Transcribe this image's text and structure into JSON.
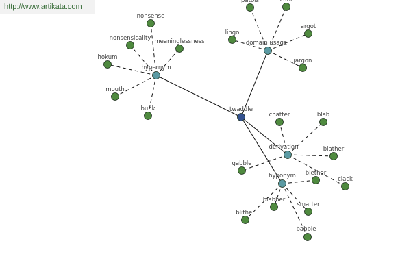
{
  "header": {
    "url": "http://www.artikata.com"
  },
  "colors": {
    "center": "#34528f",
    "hub": "#5b9aa3",
    "leaf": "#4f8a3f",
    "stroke": "#1c2e1c"
  },
  "graph": {
    "nodes": [
      {
        "id": "twaddle",
        "label": "twaddle",
        "kind": "center"
      },
      {
        "id": "hypernym",
        "label": "hypernym",
        "kind": "hub"
      },
      {
        "id": "domain_usage",
        "label": "domain usage",
        "kind": "hub"
      },
      {
        "id": "derivation",
        "label": "derivation",
        "kind": "hub"
      },
      {
        "id": "hyponym",
        "label": "hyponym",
        "kind": "hub"
      },
      {
        "id": "nonsense",
        "label": "nonsense",
        "kind": "leaf"
      },
      {
        "id": "nonsensicality",
        "label": "nonsensicality",
        "kind": "leaf"
      },
      {
        "id": "meaninglessness",
        "label": "meaninglessness",
        "kind": "leaf"
      },
      {
        "id": "hokum",
        "label": "hokum",
        "kind": "leaf"
      },
      {
        "id": "mouth",
        "label": "mouth",
        "kind": "leaf"
      },
      {
        "id": "bunk",
        "label": "bunk",
        "kind": "leaf"
      },
      {
        "id": "patois",
        "label": "patois",
        "kind": "leaf"
      },
      {
        "id": "cant",
        "label": "cant",
        "kind": "leaf"
      },
      {
        "id": "lingo",
        "label": "lingo",
        "kind": "leaf"
      },
      {
        "id": "argot",
        "label": "argot",
        "kind": "leaf"
      },
      {
        "id": "jargon",
        "label": "jargon",
        "kind": "leaf"
      },
      {
        "id": "chatter_d",
        "label": "chatter",
        "kind": "leaf"
      },
      {
        "id": "blab",
        "label": "blab",
        "kind": "leaf"
      },
      {
        "id": "blather_d",
        "label": "blather",
        "kind": "leaf"
      },
      {
        "id": "gabble",
        "label": "gabble",
        "kind": "leaf"
      },
      {
        "id": "clack",
        "label": "clack",
        "kind": "leaf"
      },
      {
        "id": "blether",
        "label": "blether",
        "kind": "leaf"
      },
      {
        "id": "blabber",
        "label": "blabber",
        "kind": "leaf"
      },
      {
        "id": "smatter",
        "label": "smatter",
        "kind": "leaf"
      },
      {
        "id": "blither",
        "label": "blither",
        "kind": "leaf"
      },
      {
        "id": "babble",
        "label": "babble",
        "kind": "leaf"
      }
    ],
    "edges": [
      {
        "from": "twaddle",
        "to": "hypernym",
        "style": "solid"
      },
      {
        "from": "twaddle",
        "to": "domain_usage",
        "style": "solid"
      },
      {
        "from": "twaddle",
        "to": "derivation",
        "style": "solid"
      },
      {
        "from": "twaddle",
        "to": "hyponym",
        "style": "solid"
      },
      {
        "from": "hypernym",
        "to": "nonsense",
        "style": "dashed"
      },
      {
        "from": "hypernym",
        "to": "nonsensicality",
        "style": "dashed"
      },
      {
        "from": "hypernym",
        "to": "meaninglessness",
        "style": "dashed"
      },
      {
        "from": "hypernym",
        "to": "hokum",
        "style": "dashed"
      },
      {
        "from": "hypernym",
        "to": "mouth",
        "style": "dashed"
      },
      {
        "from": "hypernym",
        "to": "bunk",
        "style": "dashed"
      },
      {
        "from": "domain_usage",
        "to": "patois",
        "style": "dashed"
      },
      {
        "from": "domain_usage",
        "to": "cant",
        "style": "dashed"
      },
      {
        "from": "domain_usage",
        "to": "lingo",
        "style": "dashed"
      },
      {
        "from": "domain_usage",
        "to": "argot",
        "style": "dashed"
      },
      {
        "from": "domain_usage",
        "to": "jargon",
        "style": "dashed"
      },
      {
        "from": "derivation",
        "to": "chatter_d",
        "style": "dashed"
      },
      {
        "from": "derivation",
        "to": "blab",
        "style": "dashed"
      },
      {
        "from": "derivation",
        "to": "blather_d",
        "style": "dashed"
      },
      {
        "from": "derivation",
        "to": "gabble",
        "style": "dashed"
      },
      {
        "from": "derivation",
        "to": "clack",
        "style": "dashed"
      },
      {
        "from": "hyponym",
        "to": "blether",
        "style": "dashed"
      },
      {
        "from": "hyponym",
        "to": "blabber",
        "style": "dashed"
      },
      {
        "from": "hyponym",
        "to": "smatter",
        "style": "dashed"
      },
      {
        "from": "hyponym",
        "to": "blither",
        "style": "dashed"
      },
      {
        "from": "hyponym",
        "to": "babble",
        "style": "dashed"
      }
    ]
  }
}
